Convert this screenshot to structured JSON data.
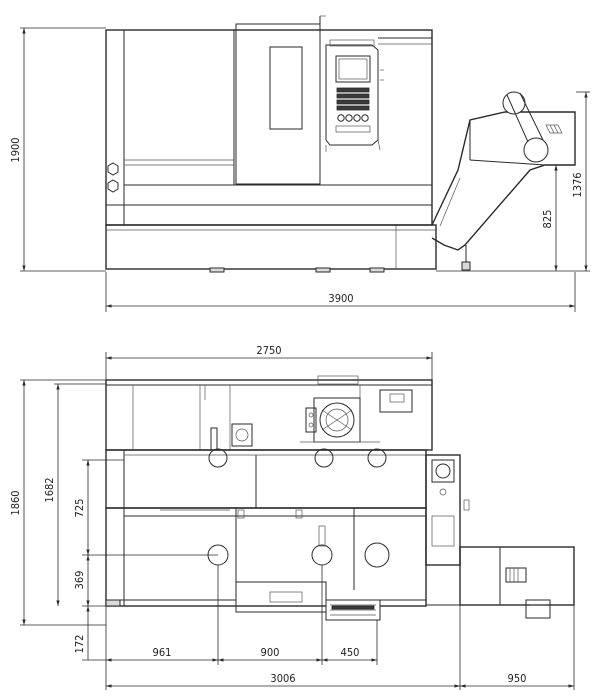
{
  "front_view": {
    "width_label": "3900",
    "height_label": "1900",
    "conveyor_top_label": "1376",
    "conveyor_height_label": "825"
  },
  "top_view": {
    "overall_width_label": "2750",
    "depth_label": "1860",
    "inner_depth_label": "1682",
    "upper_offset_label": "725",
    "lower_offset_label": "369",
    "front_offset_label": "172",
    "chain_961_label": "961",
    "chain_900_label": "900",
    "chain_450_label": "450",
    "total_length_label": "3006",
    "conveyor_length_label": "950"
  }
}
